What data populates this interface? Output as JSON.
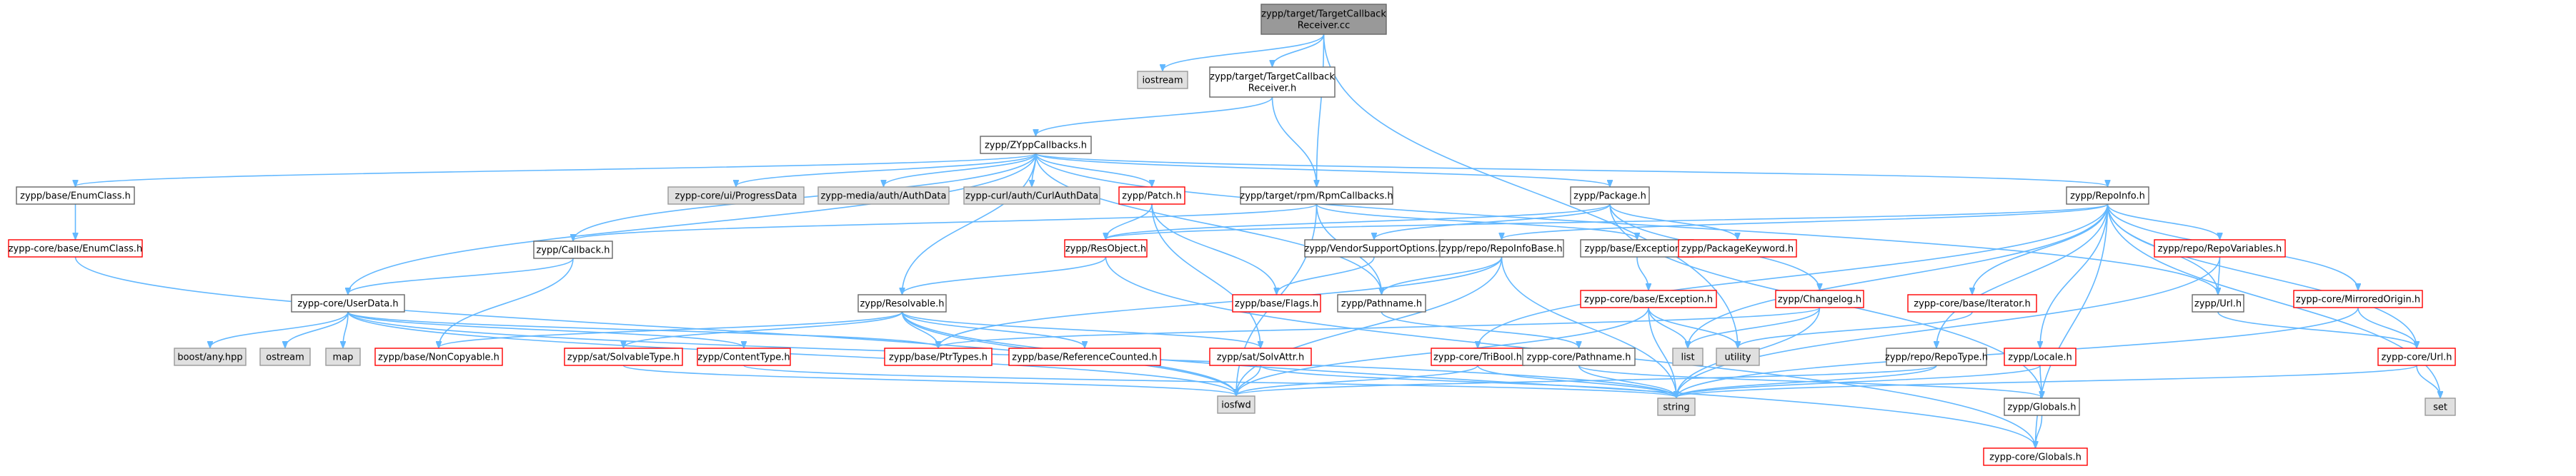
{
  "colors": {
    "edge": "#63b8ff",
    "root_fill": "#999999",
    "normal_fill": "#ffffff",
    "normal_border": "#666666",
    "system_fill": "#e0e0e0",
    "system_border": "#999999",
    "undocumented_border": "#ff0000"
  },
  "nodes": [
    {
      "id": "root",
      "lines": [
        "zypp/target/TargetCallback",
        "Receiver.cc"
      ],
      "style": "root"
    },
    {
      "id": "iostream",
      "lines": [
        "iostream"
      ],
      "style": "system"
    },
    {
      "id": "tcr_h",
      "lines": [
        "zypp/target/TargetCallback",
        "Receiver.h"
      ],
      "style": "normal"
    },
    {
      "id": "zyppcb",
      "lines": [
        "zypp/ZYppCallbacks.h"
      ],
      "style": "normal"
    },
    {
      "id": "base_enumclass",
      "lines": [
        "zypp/base/EnumClass.h"
      ],
      "style": "normal"
    },
    {
      "id": "core_enumclass",
      "lines": [
        "zypp-core/base/EnumClass.h"
      ],
      "style": "red"
    },
    {
      "id": "progressdata",
      "lines": [
        "zypp-core/ui/ProgressData"
      ],
      "style": "system"
    },
    {
      "id": "authdata",
      "lines": [
        "zypp-media/auth/AuthData"
      ],
      "style": "system"
    },
    {
      "id": "curlauth",
      "lines": [
        "zypp-curl/auth/CurlAuthData"
      ],
      "style": "system"
    },
    {
      "id": "patch",
      "lines": [
        "zypp/Patch.h"
      ],
      "style": "red"
    },
    {
      "id": "rpmcb",
      "lines": [
        "zypp/target/rpm/RpmCallbacks.h"
      ],
      "style": "normal"
    },
    {
      "id": "package",
      "lines": [
        "zypp/Package.h"
      ],
      "style": "normal"
    },
    {
      "id": "repoinfo",
      "lines": [
        "zypp/RepoInfo.h"
      ],
      "style": "normal"
    },
    {
      "id": "callback",
      "lines": [
        "zypp/Callback.h"
      ],
      "style": "normal"
    },
    {
      "id": "resobject",
      "lines": [
        "zypp/ResObject.h"
      ],
      "style": "red"
    },
    {
      "id": "vendor",
      "lines": [
        "zypp/VendorSupportOptions.h"
      ],
      "style": "normal"
    },
    {
      "id": "repoinfobase",
      "lines": [
        "zypp/repo/RepoInfoBase.h"
      ],
      "style": "normal"
    },
    {
      "id": "base_exception",
      "lines": [
        "zypp/base/Exception.h"
      ],
      "style": "normal"
    },
    {
      "id": "pkgkeyword",
      "lines": [
        "zypp/PackageKeyword.h"
      ],
      "style": "red"
    },
    {
      "id": "repovars",
      "lines": [
        "zypp/repo/RepoVariables.h"
      ],
      "style": "red"
    },
    {
      "id": "userdata",
      "lines": [
        "zypp-core/UserData.h"
      ],
      "style": "normal"
    },
    {
      "id": "resolvable",
      "lines": [
        "zypp/Resolvable.h"
      ],
      "style": "normal"
    },
    {
      "id": "flags",
      "lines": [
        "zypp/base/Flags.h"
      ],
      "style": "red"
    },
    {
      "id": "pathname",
      "lines": [
        "zypp/Pathname.h"
      ],
      "style": "normal"
    },
    {
      "id": "core_exception",
      "lines": [
        "zypp-core/base/Exception.h"
      ],
      "style": "red"
    },
    {
      "id": "changelog",
      "lines": [
        "zypp/Changelog.h"
      ],
      "style": "red"
    },
    {
      "id": "core_iterator",
      "lines": [
        "zypp-core/base/Iterator.h"
      ],
      "style": "red"
    },
    {
      "id": "url",
      "lines": [
        "zypp/Url.h"
      ],
      "style": "normal"
    },
    {
      "id": "mirrored",
      "lines": [
        "zypp-core/MirroredOrigin.h"
      ],
      "style": "red"
    },
    {
      "id": "boostany",
      "lines": [
        "boost/any.hpp"
      ],
      "style": "system"
    },
    {
      "id": "ostream",
      "lines": [
        "ostream"
      ],
      "style": "system"
    },
    {
      "id": "map",
      "lines": [
        "map"
      ],
      "style": "system"
    },
    {
      "id": "noncopyable",
      "lines": [
        "zypp/base/NonCopyable.h"
      ],
      "style": "red"
    },
    {
      "id": "solvabletype",
      "lines": [
        "zypp/sat/SolvableType.h"
      ],
      "style": "red"
    },
    {
      "id": "contenttype",
      "lines": [
        "zypp/ContentType.h"
      ],
      "style": "red"
    },
    {
      "id": "ptrtypes",
      "lines": [
        "zypp/base/PtrTypes.h"
      ],
      "style": "red"
    },
    {
      "id": "refcounted",
      "lines": [
        "zypp/base/ReferenceCounted.h"
      ],
      "style": "red"
    },
    {
      "id": "solvattr",
      "lines": [
        "zypp/sat/SolvAttr.h"
      ],
      "style": "red"
    },
    {
      "id": "tribool",
      "lines": [
        "zypp-core/TriBool.h"
      ],
      "style": "red"
    },
    {
      "id": "core_pathname",
      "lines": [
        "zypp-core/Pathname.h"
      ],
      "style": "normal"
    },
    {
      "id": "list",
      "lines": [
        "list"
      ],
      "style": "system"
    },
    {
      "id": "utility",
      "lines": [
        "utility"
      ],
      "style": "system"
    },
    {
      "id": "repotype",
      "lines": [
        "zypp/repo/RepoType.h"
      ],
      "style": "normal"
    },
    {
      "id": "locale",
      "lines": [
        "zypp/Locale.h"
      ],
      "style": "red"
    },
    {
      "id": "core_url",
      "lines": [
        "zypp-core/Url.h"
      ],
      "style": "red"
    },
    {
      "id": "set",
      "lines": [
        "set"
      ],
      "style": "system"
    },
    {
      "id": "iosfwd",
      "lines": [
        "iosfwd"
      ],
      "style": "system"
    },
    {
      "id": "string",
      "lines": [
        "string"
      ],
      "style": "system"
    },
    {
      "id": "globals_h",
      "lines": [
        "zypp/Globals.h"
      ],
      "style": "normal"
    },
    {
      "id": "core_globals",
      "lines": [
        "zypp-core/Globals.h"
      ],
      "style": "red"
    }
  ],
  "edges": [
    [
      "root",
      "iostream"
    ],
    [
      "root",
      "tcr_h"
    ],
    [
      "root",
      "rpmcb"
    ],
    [
      "root",
      "utility"
    ],
    [
      "tcr_h",
      "zyppcb"
    ],
    [
      "tcr_h",
      "rpmcb"
    ],
    [
      "zyppcb",
      "base_enumclass"
    ],
    [
      "zyppcb",
      "progressdata"
    ],
    [
      "zyppcb",
      "authdata"
    ],
    [
      "zyppcb",
      "curlauth"
    ],
    [
      "zyppcb",
      "patch"
    ],
    [
      "zyppcb",
      "package"
    ],
    [
      "zyppcb",
      "repoinfo"
    ],
    [
      "zyppcb",
      "callback"
    ],
    [
      "zyppcb",
      "userdata"
    ],
    [
      "zyppcb",
      "resolvable"
    ],
    [
      "zyppcb",
      "pathname"
    ],
    [
      "zyppcb",
      "url"
    ],
    [
      "base_enumclass",
      "core_enumclass"
    ],
    [
      "core_enumclass",
      "iosfwd"
    ],
    [
      "patch",
      "resobject"
    ],
    [
      "patch",
      "flags"
    ],
    [
      "patch",
      "solvattr"
    ],
    [
      "rpmcb",
      "callback"
    ],
    [
      "rpmcb",
      "base_exception"
    ],
    [
      "rpmcb",
      "pathname"
    ],
    [
      "rpmcb",
      "iosfwd"
    ],
    [
      "package",
      "resobject"
    ],
    [
      "package",
      "vendor"
    ],
    [
      "package",
      "pkgkeyword"
    ],
    [
      "package",
      "changelog"
    ],
    [
      "package",
      "globals_h"
    ],
    [
      "repoinfo",
      "resobject"
    ],
    [
      "repoinfo",
      "repoinfobase"
    ],
    [
      "repoinfo",
      "repovars"
    ],
    [
      "repoinfo",
      "core_iterator"
    ],
    [
      "repoinfo",
      "url"
    ],
    [
      "repoinfo",
      "mirrored"
    ],
    [
      "repoinfo",
      "list"
    ],
    [
      "repoinfo",
      "set"
    ],
    [
      "repoinfo",
      "tribool"
    ],
    [
      "repoinfo",
      "repotype"
    ],
    [
      "repoinfo",
      "locale"
    ],
    [
      "repoinfo",
      "core_url"
    ],
    [
      "repoinfo",
      "core_globals"
    ],
    [
      "callback",
      "userdata"
    ],
    [
      "callback",
      "noncopyable"
    ],
    [
      "resobject",
      "resolvable"
    ],
    [
      "resobject",
      "core_globals"
    ],
    [
      "vendor",
      "flags"
    ],
    [
      "repoinfobase",
      "pathname"
    ],
    [
      "repoinfobase",
      "iosfwd"
    ],
    [
      "repoinfobase",
      "string"
    ],
    [
      "repoinfobase",
      "ptrtypes"
    ],
    [
      "base_exception",
      "core_exception"
    ],
    [
      "repovars",
      "url"
    ],
    [
      "repovars",
      "string"
    ],
    [
      "userdata",
      "boostany"
    ],
    [
      "userdata",
      "ostream"
    ],
    [
      "userdata",
      "map"
    ],
    [
      "userdata",
      "string"
    ],
    [
      "userdata",
      "ptrtypes"
    ],
    [
      "userdata",
      "contenttype"
    ],
    [
      "userdata",
      "iosfwd"
    ],
    [
      "resolvable",
      "noncopyable"
    ],
    [
      "resolvable",
      "solvabletype"
    ],
    [
      "resolvable",
      "ptrtypes"
    ],
    [
      "resolvable",
      "refcounted"
    ],
    [
      "resolvable",
      "solvattr"
    ],
    [
      "resolvable",
      "iosfwd"
    ],
    [
      "resolvable",
      "core_globals"
    ],
    [
      "pathname",
      "core_pathname"
    ],
    [
      "core_exception",
      "list"
    ],
    [
      "core_exception",
      "utility"
    ],
    [
      "core_exception",
      "string"
    ],
    [
      "core_exception",
      "iosfwd"
    ],
    [
      "changelog",
      "list"
    ],
    [
      "changelog",
      "string"
    ],
    [
      "changelog",
      "ptrtypes"
    ],
    [
      "core_iterator",
      "utility"
    ],
    [
      "url",
      "core_url"
    ],
    [
      "mirrored",
      "core_url"
    ],
    [
      "mirrored",
      "string"
    ],
    [
      "solvabletype",
      "iosfwd"
    ],
    [
      "contenttype",
      "string"
    ],
    [
      "solvattr",
      "iosfwd"
    ],
    [
      "solvattr",
      "string"
    ],
    [
      "tribool",
      "iosfwd"
    ],
    [
      "tribool",
      "string"
    ],
    [
      "core_pathname",
      "string"
    ],
    [
      "core_pathname",
      "globals_h"
    ],
    [
      "repotype",
      "iosfwd"
    ],
    [
      "repotype",
      "string"
    ],
    [
      "locale",
      "string"
    ],
    [
      "locale",
      "globals_h"
    ],
    [
      "core_url",
      "set"
    ],
    [
      "core_url",
      "string"
    ],
    [
      "globals_h",
      "core_globals"
    ]
  ]
}
